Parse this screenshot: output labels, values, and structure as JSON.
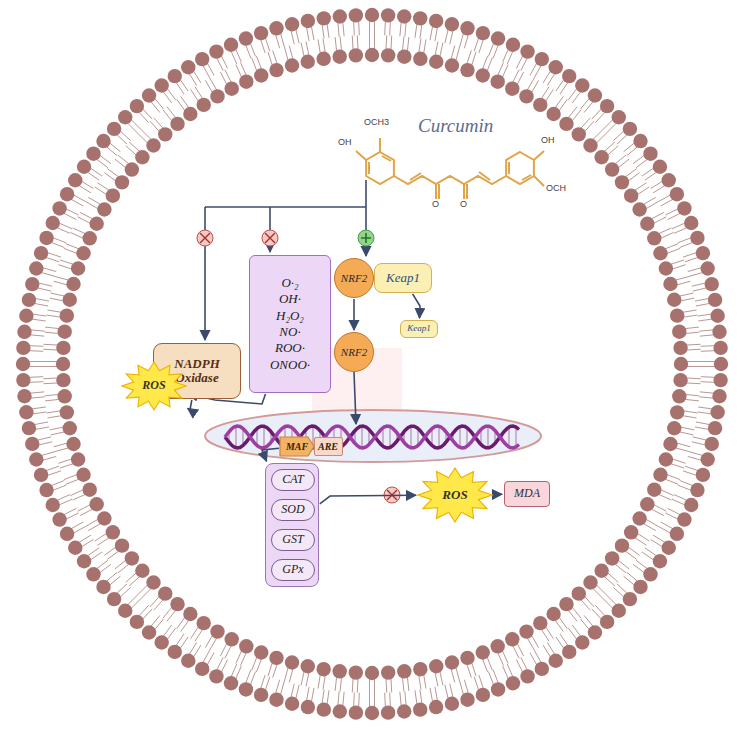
{
  "diagram": {
    "nodes": [
      {
        "text": [
          "NADPH Oxidase"
        ]
      },
      {
        "text": [
          "O·₂",
          "OH·",
          "H₂O₂",
          "NO·",
          "ROO·",
          "ONOO·"
        ]
      },
      {
        "text": [
          "NRF2"
        ]
      },
      {
        "text": [
          "Keap1"
        ]
      },
      {
        "text": [
          "Keap1"
        ]
      },
      {
        "text": [
          "NRF2"
        ]
      },
      {
        "text": [
          "ROS"
        ]
      },
      {
        "text": [
          "MAF"
        ]
      },
      {
        "text": [
          "ARE"
        ]
      },
      {
        "text": []
      },
      {
        "text": [
          "CAT"
        ],
        "in": 9
      },
      {
        "text": [
          "SOD"
        ],
        "in": 9
      },
      {
        "text": [
          "GST"
        ],
        "in": 9
      },
      {
        "text": [
          "GPx"
        ],
        "in": 9
      },
      {
        "text": [
          "ROS"
        ]
      },
      {
        "text": [
          "MDA"
        ]
      }
    ],
    "edges": [
      {
        "from": 0,
        "to": 6,
        "arrow": "to"
      },
      {
        "from": 1,
        "to": 6,
        "arrow": "to"
      },
      {
        "from": 2,
        "to": 5,
        "arrow": "to"
      },
      {
        "from": 3,
        "to": 4,
        "arrow": "to"
      },
      {
        "from": 7,
        "to": 9,
        "arrow": "to"
      },
      {
        "from": 9,
        "to": 14,
        "arrow": "to"
      },
      {
        "from": 14,
        "to": 15,
        "arrow": "to"
      }
    ],
    "labels": [
      "Curcumin",
      "OCH3",
      "OH",
      "O",
      "O",
      "OH",
      "OCH"
    ]
  }
}
